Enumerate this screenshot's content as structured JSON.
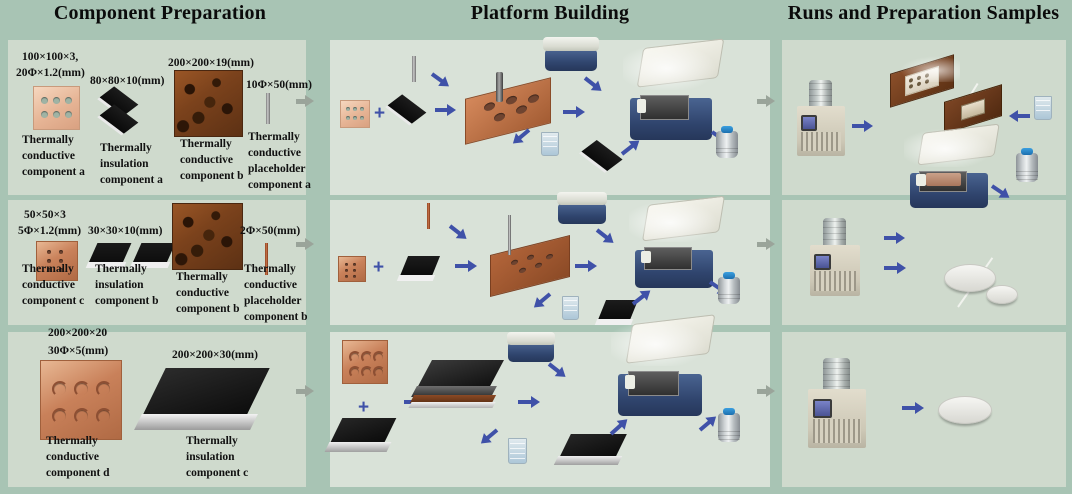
{
  "figure": {
    "background_color": "#a8c4b4",
    "panel_color": "#d7e0d6",
    "arrow_color": "#3f51a8",
    "separator_arrow_color": "#9aa49a"
  },
  "columns": {
    "component_preparation": {
      "title": "Component Preparation",
      "rows": [
        {
          "row_id": "row-a",
          "items": [
            {
              "dimension": "100×100×3,",
              "dimension2": "20Φ×1.2(mm)",
              "caption_line1": "Thermally",
              "caption_line2": "conductive",
              "caption_line3": "component a",
              "icon": "copper-plate-with-holes"
            },
            {
              "dimension": "80×80×10(mm)",
              "caption_line1": "Thermally",
              "caption_line2": "insulation",
              "caption_line3": "component a",
              "icon": "black-insulation-diamonds"
            },
            {
              "dimension": "200×200×19(mm)",
              "caption_line1": "Thermally",
              "caption_line2": "conductive",
              "caption_line3": "component b",
              "icon": "rusty-copper-square"
            },
            {
              "dimension": "10Φ×50(mm)",
              "caption_line1": "Thermally",
              "caption_line2": "conductive",
              "caption_line3": "placeholder",
              "caption_line4": "component a",
              "icon": "metal-rod"
            }
          ]
        },
        {
          "row_id": "row-b",
          "items": [
            {
              "dimension": "50×50×3",
              "dimension2": "5Φ×1.2(mm)",
              "caption_line1": "Thermally",
              "caption_line2": "conductive",
              "caption_line3": "component c",
              "icon": "copper-plate-with-holes"
            },
            {
              "dimension": "30×30×10(mm)",
              "caption_line1": "Thermally",
              "caption_line2": "insulation",
              "caption_line3": "component b",
              "icon": "black-insulation-blocks"
            },
            {
              "dimension": "",
              "caption_line1": "Thermally",
              "caption_line2": "conductive",
              "caption_line3": "component b",
              "icon": "rusty-copper-square"
            },
            {
              "dimension": "2Φ×50(mm)",
              "caption_line1": "Thermally",
              "caption_line2": "conductive",
              "caption_line3": "placeholder",
              "caption_line4": "component b",
              "icon": "copper-rod"
            }
          ]
        },
        {
          "row_id": "row-c",
          "items": [
            {
              "dimension": "200×200×20",
              "dimension2": "30Φ×5(mm)",
              "caption_line1": "Thermally",
              "caption_line2": "conductive",
              "caption_line3": "component d",
              "icon": "copper-plate-six-recesses"
            },
            {
              "dimension": "200×200×30(mm)",
              "caption_line1": "Thermally",
              "caption_line2": "insulation",
              "caption_line3": "component c",
              "icon": "black-insulation-slab"
            }
          ]
        }
      ]
    },
    "platform_building": {
      "title": "Platform Building",
      "rows": [
        {
          "row_id": "pb-row-a",
          "icons": [
            "copper-plate-with-holes",
            "plus-sign",
            "black-diamond-plate",
            "arrow-right",
            "drilled-copper-plate-with-rod",
            "arrow-right",
            "open-cooler-box",
            "closed-cooler-box",
            "beaker",
            "black-diamond-plate",
            "nitrogen-dewar"
          ]
        },
        {
          "row_id": "pb-row-b",
          "icons": [
            "small-copper-plate",
            "plus-sign",
            "black-insulation-block",
            "arrow-right",
            "drilled-copper-plate-with-needle",
            "arrow-right",
            "open-cooler-box",
            "closed-cooler-box",
            "beaker",
            "black-insulation-block",
            "nitrogen-dewar"
          ]
        },
        {
          "row_id": "pb-row-c",
          "icons": [
            "copper-plate-six-recesses",
            "plus-sign",
            "black-insulation-slab",
            "arrow-right",
            "stacked-copper-and-insulation",
            "arrow-right",
            "open-cooler-box",
            "closed-cooler-box",
            "beaker",
            "black-insulation-slab",
            "nitrogen-dewar"
          ]
        }
      ]
    },
    "runs_and_preparation_samples": {
      "title": "Runs and Preparation Samples",
      "rows": [
        {
          "row_id": "rn-row-a",
          "icons": [
            "freeze-dryer",
            "arrow-right",
            "copper-plate-frosted",
            "white-slash-divider",
            "rusty-plate-sample",
            "arrow-left",
            "beaker",
            "arrow-down",
            "open-cooler-box",
            "nitrogen-dewar"
          ]
        },
        {
          "row_id": "rn-row-b",
          "icons": [
            "freeze-dryer",
            "arrow-right",
            "open-cooler-box-with-sample",
            "white-disc-large",
            "white-disc-small",
            "white-slash-divider"
          ]
        },
        {
          "row_id": "rn-row-c",
          "icons": [
            "freeze-dryer",
            "arrow-right",
            "white-disc-large"
          ]
        }
      ]
    }
  }
}
